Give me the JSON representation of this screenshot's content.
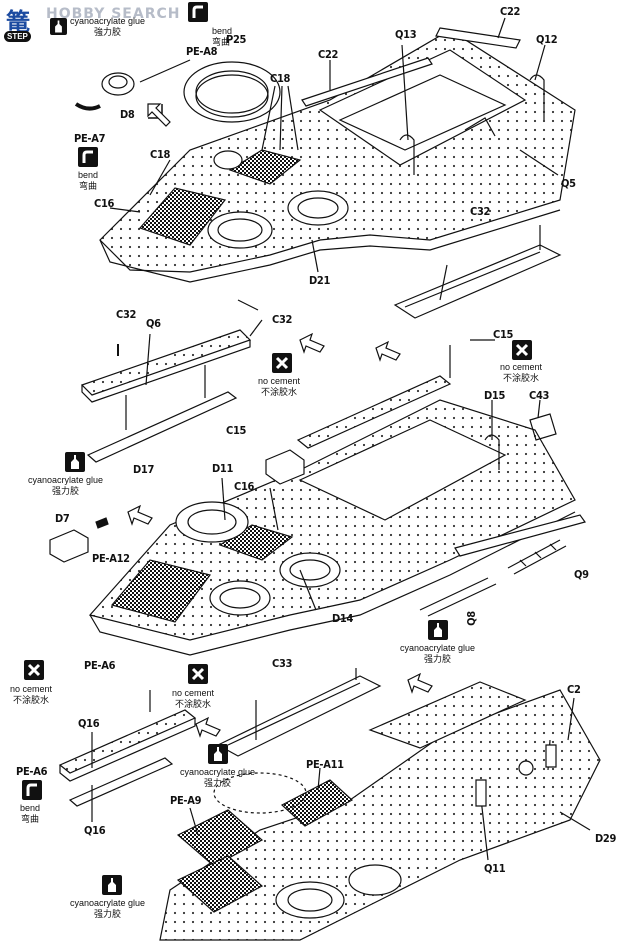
{
  "watermark": {
    "logo_text": "篭",
    "site": "HOBBY SEARCH",
    "step_badge": "STEP"
  },
  "notes": {
    "cyano_1": {
      "en": "cyanoacrylate glue",
      "zh": "強力胶"
    },
    "bend_1": {
      "en": "bend",
      "zh": "弯曲"
    },
    "bend_2": {
      "en": "bend",
      "zh": "弯曲"
    },
    "nocement_1": {
      "en": "no cement",
      "zh": "不涂胶水"
    },
    "cyano_2": {
      "en": "cyanoacrylate glue",
      "zh": "强力胶"
    },
    "cyano_3": {
      "en": "cyanoacrylate glue",
      "zh": "强力胶"
    },
    "nocement_2": {
      "en": "no cement",
      "zh": "不涂胶水"
    },
    "nocement_3": {
      "en": "no cement",
      "zh": "不涂胶水"
    },
    "cyano_4": {
      "en": "cyanoacrylate glue",
      "zh": "强力胶"
    },
    "bend_3": {
      "en": "bend",
      "zh": "弯曲"
    },
    "cyano_5": {
      "en": "cyanoacrylate glue",
      "zh": "强力胶"
    }
  },
  "labels": {
    "pe_a8": "PE-A8",
    "p25": "P25",
    "d8": "D8",
    "pe_a7": "PE-A7",
    "c18_a": "C18",
    "c18_b": "C18",
    "c16_a": "C16",
    "c22_a": "C22",
    "c22_b": "C22",
    "q13": "Q13",
    "q12": "Q12",
    "q5": "Q5",
    "d21": "D21",
    "c32_a": "C32",
    "c32_b": "C32",
    "c32_c": "C32",
    "q6": "Q6",
    "d17": "D17",
    "c15_a": "C15",
    "c15_b": "C15",
    "d15": "D15",
    "c43": "C43",
    "d11": "D11",
    "c16_b": "C16",
    "d7": "D7",
    "pe_a12": "PE-A12",
    "d14": "D14",
    "q8": "Q8",
    "q9": "Q9",
    "pe_a6_a": "PE-A6",
    "pe_a6_b": "PE-A6",
    "q16_a": "Q16",
    "q16_b": "Q16",
    "c33": "C33",
    "c2": "C2",
    "pe_a11": "PE-A11",
    "pe_a9": "PE-A9",
    "d29": "D29",
    "q11": "Q11"
  }
}
